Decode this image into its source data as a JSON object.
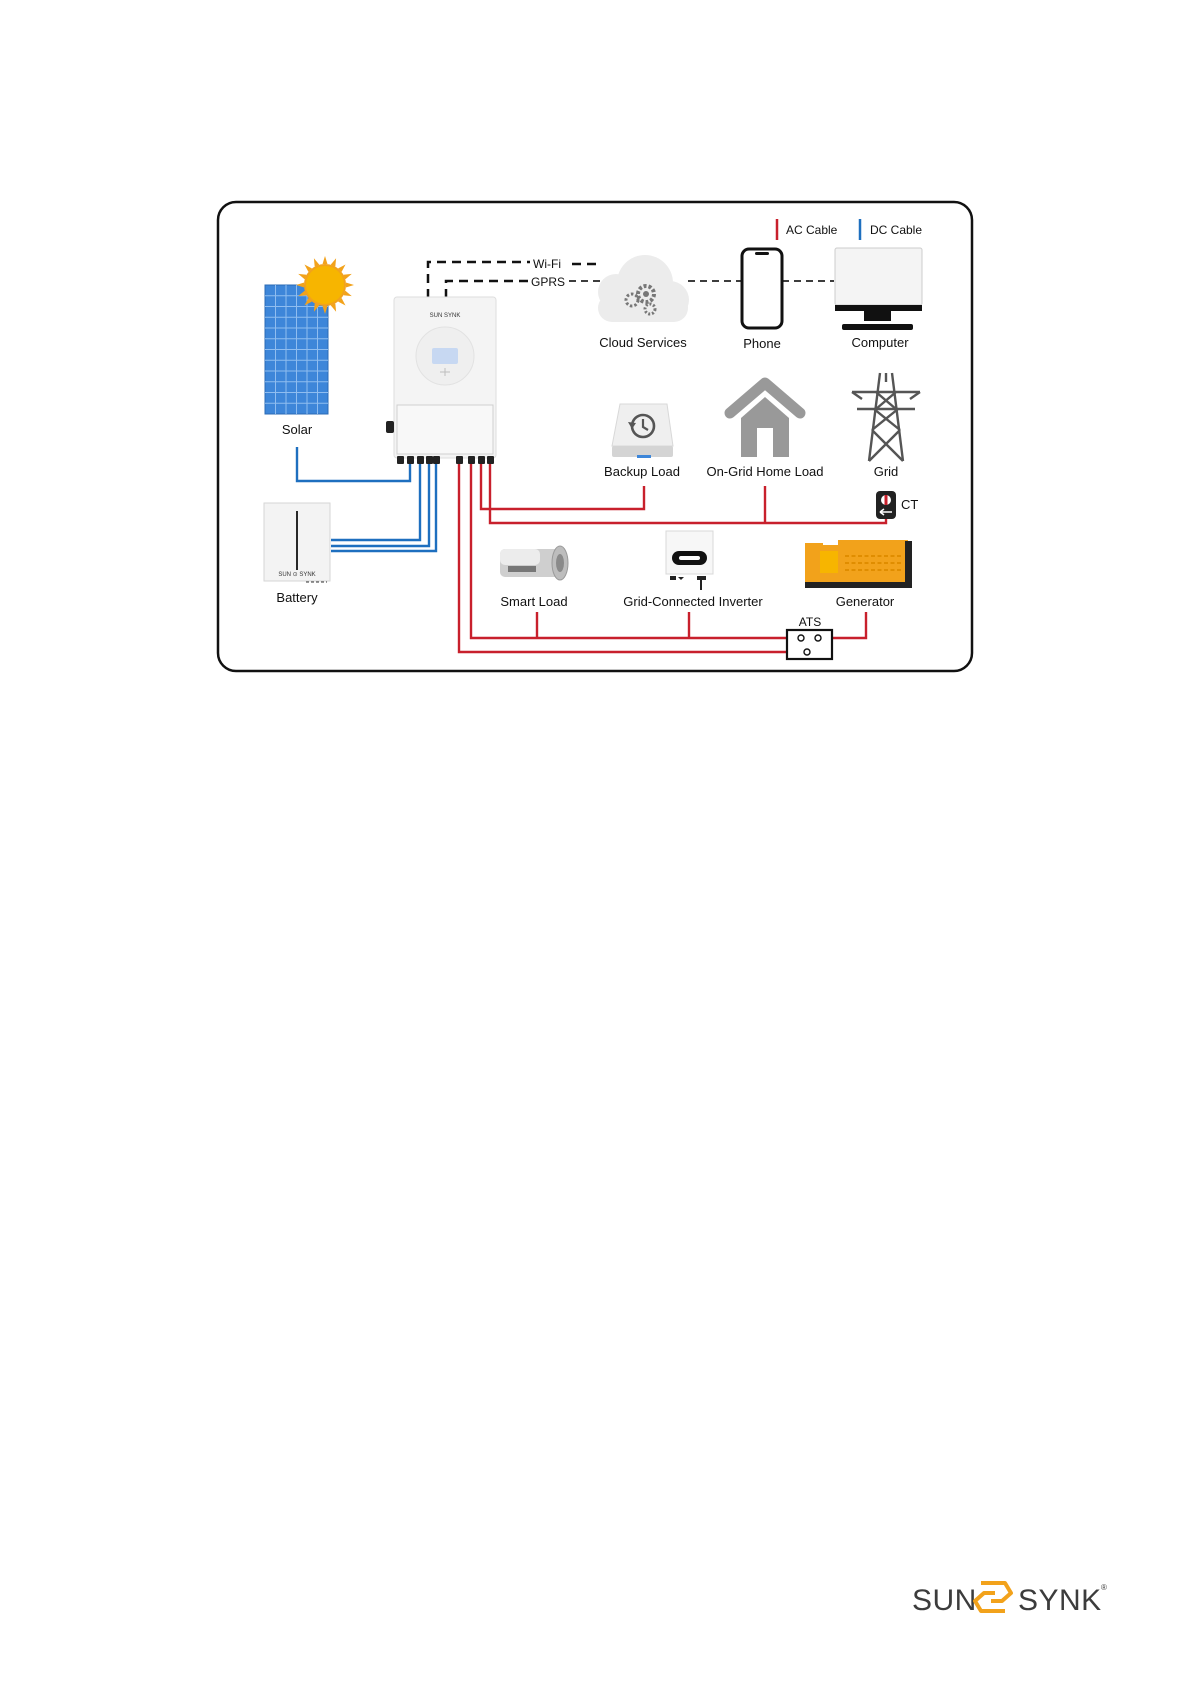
{
  "legend": {
    "ac_label": "AC Cable",
    "dc_label": "DC Cable",
    "ac_color": "#c8202c",
    "dc_color": "#1e6fbf"
  },
  "labels": {
    "solar": "Solar",
    "battery": "Battery",
    "wifi": "Wi-Fi",
    "gprs": "GPRS",
    "cloud_services": "Cloud Services",
    "phone": "Phone",
    "computer": "Computer",
    "backup_load": "Backup Load",
    "on_grid_home_load": "On-Grid Home Load",
    "grid": "Grid",
    "ct": "CT",
    "smart_load": "Smart Load",
    "grid_connected_inverter": "Grid-Connected Inverter",
    "generator": "Generator",
    "ats": "ATS"
  },
  "inverter_brand": "SUN SYNK",
  "footer_logo": {
    "left": "SUN",
    "right": "SYNK",
    "mark": "®",
    "brand_color": "#f2a21b",
    "text_color": "#3c3c3c"
  },
  "icons": [
    "sun-icon",
    "solar-panel-icon",
    "battery-icon",
    "inverter-icon",
    "cloud-gears-icon",
    "phone-icon",
    "computer-icon",
    "backup-drive-icon",
    "house-icon",
    "pylon-icon",
    "ct-clamp-icon",
    "smart-load-icon",
    "grid-inverter-icon",
    "generator-icon",
    "ats-switch-icon"
  ]
}
